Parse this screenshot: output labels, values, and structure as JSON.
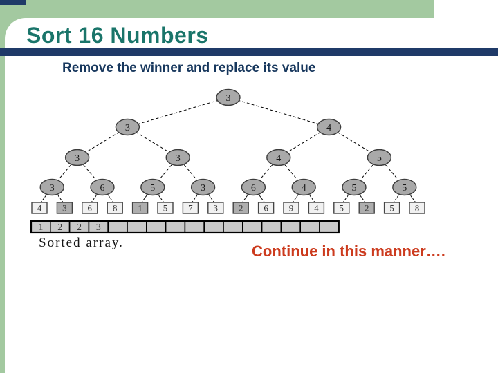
{
  "slide": {
    "title": "Sort 16 Numbers",
    "subtitle": "Remove the winner and replace its value",
    "note": "Continue in this manner….",
    "array_caption": "Sorted array."
  },
  "colors": {
    "header_green": "#a3c9a0",
    "bar_navy": "#1f3a68",
    "title_teal": "#1a756a",
    "subtitle_navy": "#17375d",
    "note_red": "#cc3b1e",
    "node_fill": "#a9a9a9",
    "node_stroke": "#3c3c3c",
    "leaf_fill": "#f1f1f1",
    "leaf_marked_fill": "#aeaeae",
    "cell_fill": "#c9c9c9"
  },
  "chart_data": {
    "type": "table",
    "title": "Tournament (winner) tree for sorting 16 numbers",
    "tree_levels": [
      [
        "3"
      ],
      [
        "3",
        "4"
      ],
      [
        "3",
        "3",
        "4",
        "5"
      ],
      [
        "3",
        "6",
        "5",
        "3",
        "6",
        "4",
        "5",
        "5"
      ]
    ],
    "leaves": [
      "4",
      "3",
      "6",
      "8",
      "1",
      "5",
      "7",
      "3",
      "2",
      "6",
      "9",
      "4",
      "5",
      "2",
      "5",
      "8"
    ],
    "marked_leaf_indices": [
      1,
      4,
      8,
      13
    ],
    "sorted_array": [
      "1",
      "2",
      "2",
      "3",
      "",
      "",
      "",
      "",
      "",
      "",
      "",
      "",
      "",
      "",
      "",
      ""
    ]
  }
}
